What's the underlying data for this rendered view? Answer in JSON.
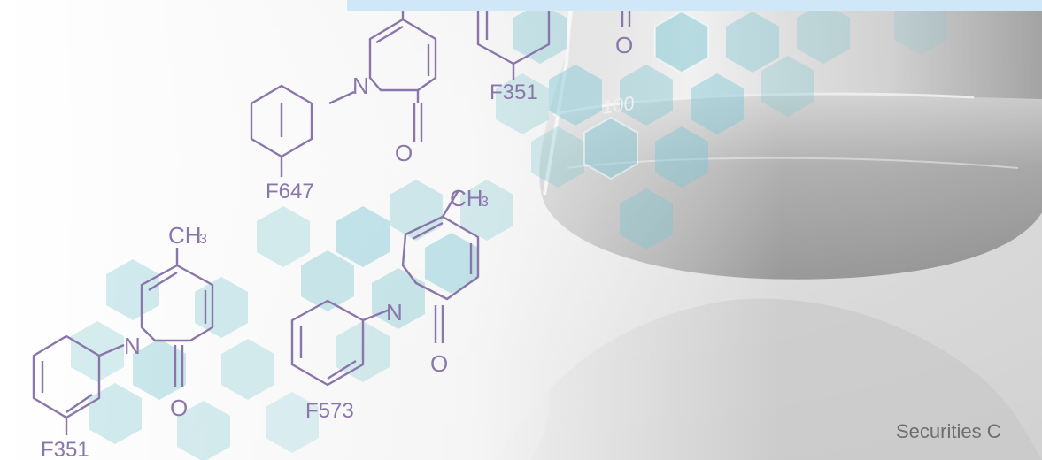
{
  "labels": {
    "compound_top_left": "F647",
    "compound_top_right": "F351",
    "compound_mid": "F573",
    "compound_bottom_left": "F351",
    "substituent_ch3": "CH",
    "subscript_3": "3",
    "atom_n": "N",
    "atom_o": "O",
    "flask_mark": "100",
    "footer": "Securities C"
  },
  "colors": {
    "molecule": "#8a76aa",
    "hexagon": "#7cc6d2",
    "top_band": "#cfe7f7",
    "footer_text": "#6f6f6f"
  },
  "icons": {
    "flask": "erlenmeyer-flask-icon"
  }
}
